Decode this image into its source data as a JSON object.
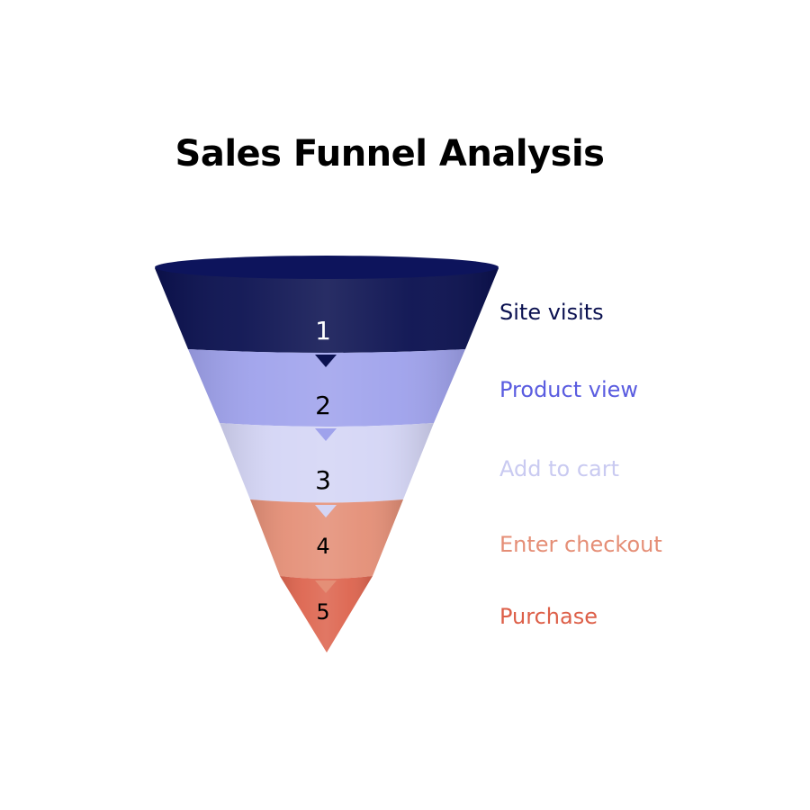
{
  "title": "Sales Funnel Analysis",
  "stages": [
    {
      "number": "1",
      "label": "Site visits",
      "color": "#0b1150",
      "number_color": "#ffffff",
      "label_color": "#0b1150"
    },
    {
      "number": "2",
      "label": "Product view",
      "color": "#9fa2ec",
      "number_color": "#000000",
      "label_color": "#5a5ce0"
    },
    {
      "number": "3",
      "label": "Add to cart",
      "color": "#d4d5f5",
      "number_color": "#000000",
      "label_color": "#c9caf1"
    },
    {
      "number": "4",
      "label": "Enter checkout",
      "color": "#e48f77",
      "number_color": "#000000",
      "label_color": "#e58e76"
    },
    {
      "number": "5",
      "label": "Purchase",
      "color": "#dd654f",
      "number_color": "#000000",
      "label_color": "#dd5f48"
    }
  ]
}
